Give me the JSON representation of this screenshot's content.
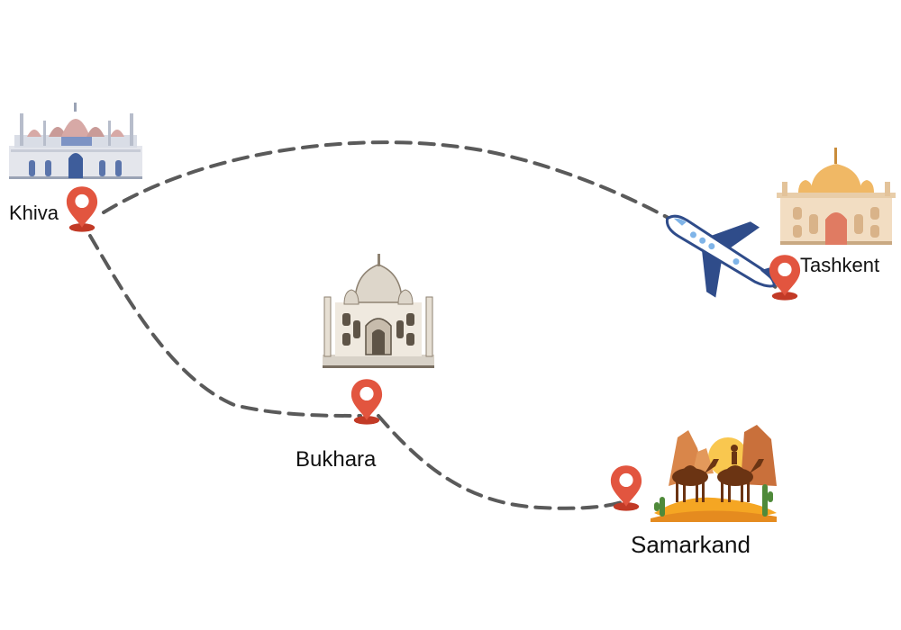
{
  "cities": {
    "khiva": {
      "name": "Khiva"
    },
    "tashkent": {
      "name": "Tashkent"
    },
    "bukhara": {
      "name": "Bukhara"
    },
    "samarkand": {
      "name": "Samarkand"
    }
  },
  "colors": {
    "route_line": "#5a5a5a",
    "pin": "#e2553f",
    "pin_dark": "#c23a26",
    "label": "#111111"
  },
  "icons": {
    "khiva": "mosque-landmark-icon",
    "tashkent": "domed-palace-landmark-icon",
    "bukhara": "mausoleum-landmark-icon",
    "samarkand": "desert-camels-scene-icon",
    "transport": "airplane-icon",
    "marker": "map-pin-icon"
  }
}
